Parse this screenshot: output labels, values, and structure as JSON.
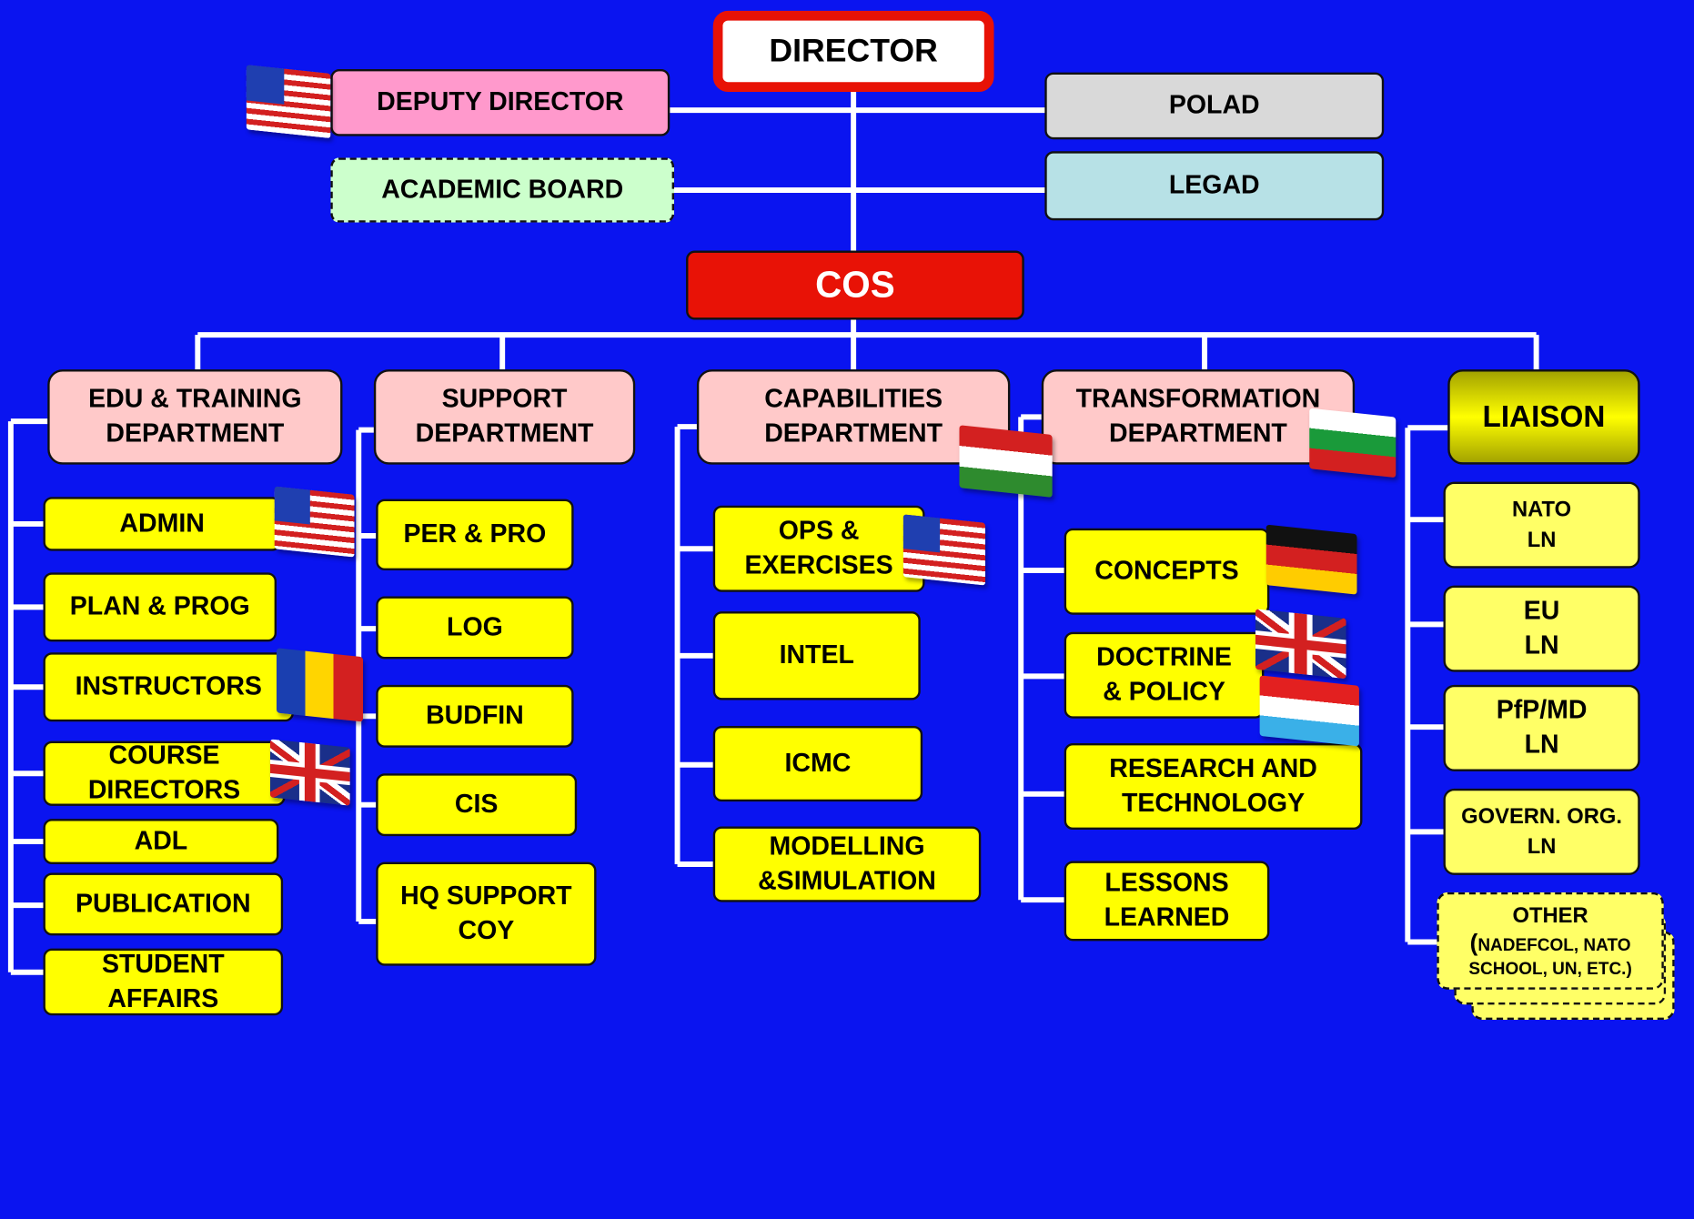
{
  "colors": {
    "background": "#0a14f0",
    "unit": "#ffff00",
    "department": "#ffc9c9",
    "command": "#e81206",
    "line": "#ffffff"
  },
  "top": {
    "director": "DIRECTOR",
    "deputy": "DEPUTY DIRECTOR",
    "academic": "ACADEMIC BOARD",
    "polad": "POLAD",
    "legad": "LEGAD",
    "cos": "COS"
  },
  "departments": {
    "edu": {
      "title": "EDU & TRAINING\nDEPARTMENT",
      "units": [
        "ADMIN",
        "PLAN & PROG",
        "INSTRUCTORS",
        "COURSE\nDIRECTORS",
        "ADL",
        "PUBLICATION",
        "STUDENT\nAFFAIRS"
      ]
    },
    "support": {
      "title": "SUPPORT\nDEPARTMENT",
      "units": [
        "PER & PRO",
        "LOG",
        "BUDFIN",
        "CIS",
        "HQ SUPPORT\nCOY"
      ]
    },
    "capabilities": {
      "title": "CAPABILITIES\nDEPARTMENT",
      "units": [
        "OPS &\nEXERCISES",
        "INTEL",
        "ICMC",
        "MODELLING\n&SIMULATION"
      ]
    },
    "transformation": {
      "title": "TRANSFORMATION\nDEPARTMENT",
      "units": [
        "CONCEPTS",
        "DOCTRINE\n& POLICY",
        "RESEARCH AND\nTECHNOLOGY",
        "LESSONS\nLEARNED"
      ]
    },
    "liaison": {
      "title": "LIAISON",
      "units": [
        "NATO\nLN",
        "EU\nLN",
        "PfP/MD\nLN",
        "GOVERN. ORG.\nLN"
      ],
      "other_title": "OTHER",
      "other_open": "(",
      "other_detail": "NADEFCOL, NATO\nSCHOOL, UN, ETC.)"
    }
  },
  "flags": [
    "us-flag",
    "hungary-flag",
    "bulgaria-flag",
    "us-flag",
    "romania-flag",
    "uk-flag",
    "us-flag",
    "germany-flag",
    "uk-flag",
    "luxembourg-flag"
  ]
}
